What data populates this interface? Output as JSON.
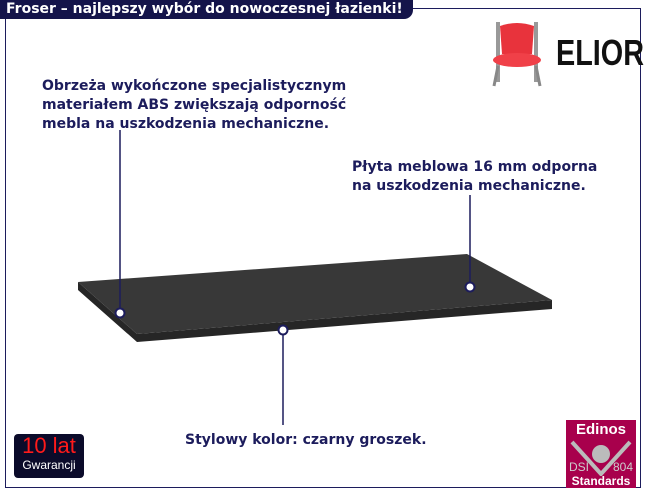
{
  "header": {
    "title": "Froser – najlepszy wybór do nowoczesnej łazienki!"
  },
  "brand": {
    "name": "ELIOR"
  },
  "callouts": [
    {
      "text": "Obrzeża wykończone specjalistycznym\nmateriałem ABS zwiększają odporność\nmebla na uszkodzenia mechaniczne."
    },
    {
      "text": "Płyta meblowa 16 mm odporna\nna uszkodzenia mechaniczne."
    },
    {
      "text": "Stylowy kolor: czarny groszek."
    }
  ],
  "warranty": {
    "line1": "10 lat",
    "line2": "Gwarancji"
  },
  "certificate": {
    "top": "Edinos",
    "left": "DSI",
    "right": "804",
    "bottom": "Standards"
  },
  "colors": {
    "navy": "#1c1c5c",
    "board": "#373737",
    "badge": "#a8004c",
    "chair": "#e8333c"
  }
}
